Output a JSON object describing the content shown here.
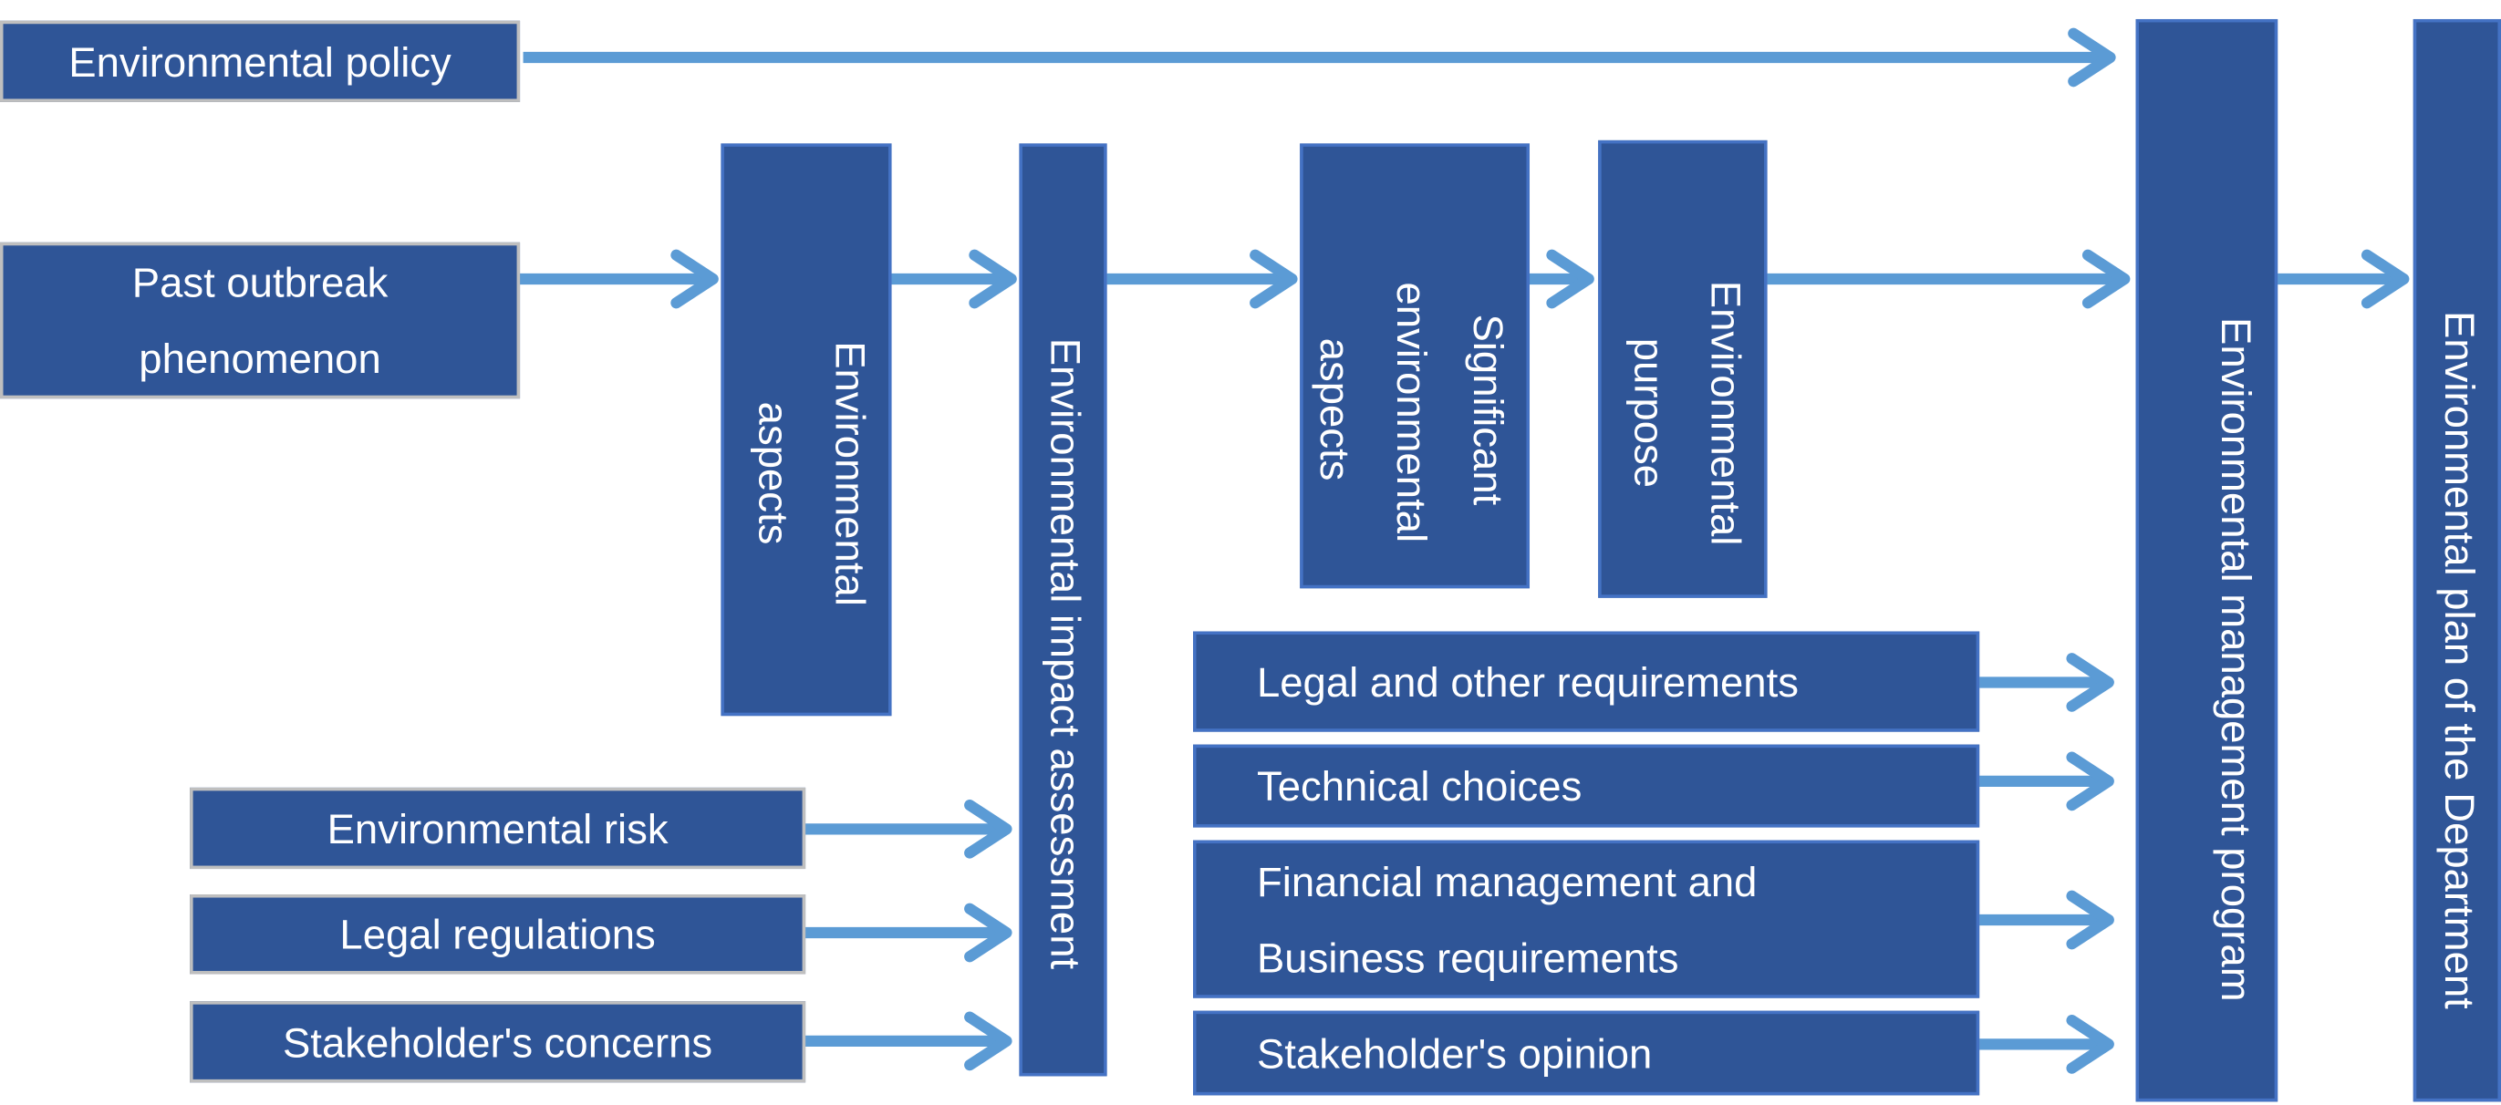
{
  "colors": {
    "box_fill": "#2f5597",
    "arrow": "#5b9bd5",
    "box_border_blue": "#4472c4",
    "box_border_gray": "#bfbfbf"
  },
  "boxes": {
    "policy": "Environmental policy",
    "past": "Past outbreak phenomenon",
    "aspects": "Environmental aspects",
    "eia": "Environmental impact assessment",
    "significant": "Significant environmental aspects",
    "purpose": "Environmental purpose",
    "legal_other": "Legal and other requirements",
    "technical": "Technical choices",
    "financial": "Financial management and Business requirements",
    "stakeholder_opinion": "Stakeholder's opinion",
    "emp": "Environmental management program",
    "dept_plan": "Environmental plan of the Department",
    "risk": "Environmental risk",
    "legal_reg": "Legal regulations",
    "stakeholder_concerns": "Stakeholder's concerns"
  }
}
